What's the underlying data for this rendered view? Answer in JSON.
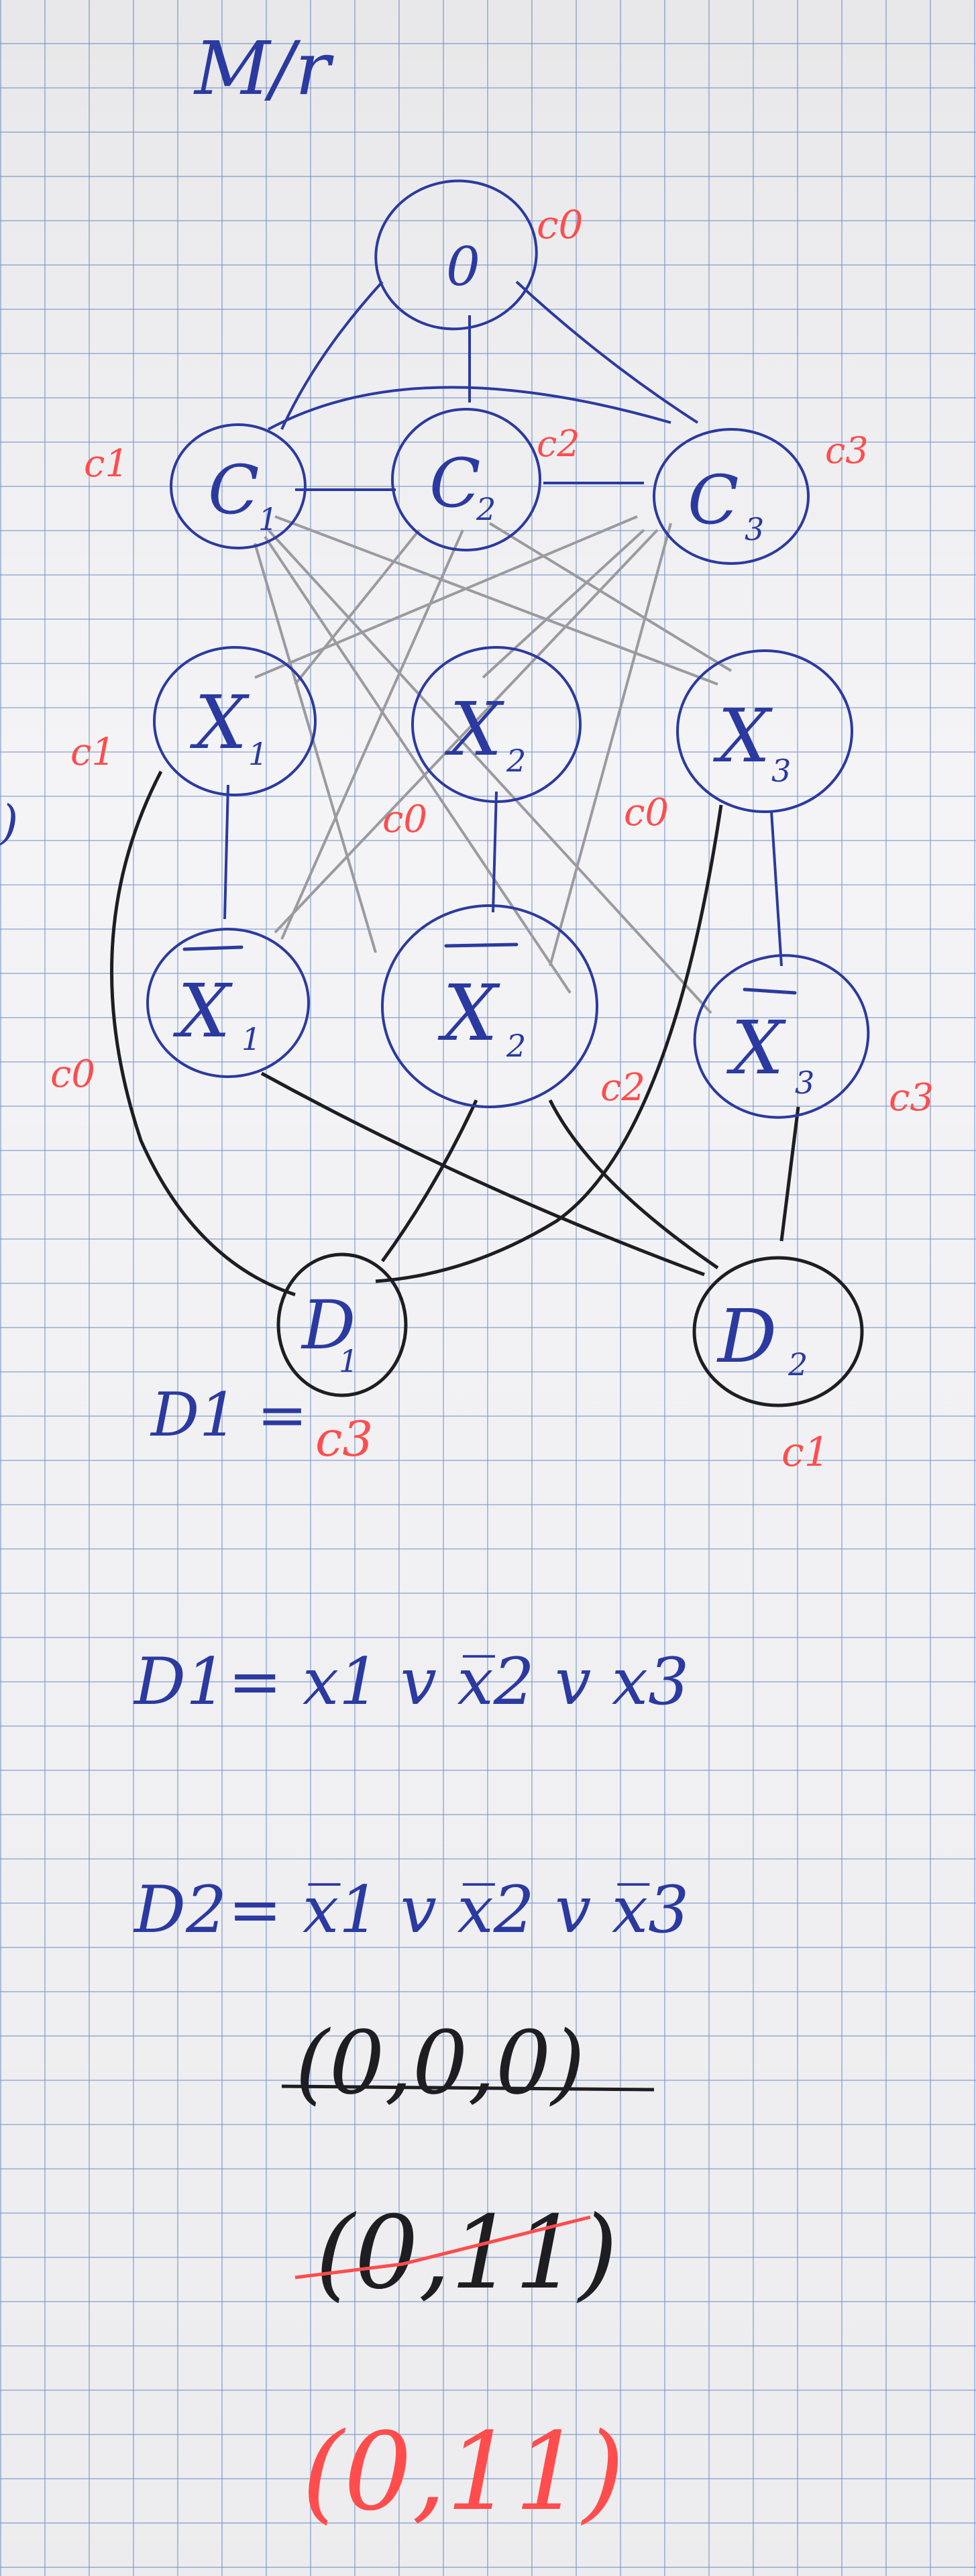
{
  "colors": {
    "ink_blue": "#2b3aa0",
    "ink_black": "#1d1d22",
    "ink_red": "#ff4d4d",
    "ink_pencil": "#9a9aa0",
    "grid": "#7896cd"
  },
  "heading": "M/r",
  "nodes": {
    "root": {
      "label": "0",
      "color": "c0"
    },
    "c1": {
      "label": "C",
      "sub": "1",
      "color": "c1"
    },
    "c2": {
      "label": "C",
      "sub": "2",
      "color": "c2"
    },
    "c3": {
      "label": "C",
      "sub": "3",
      "color": "c3"
    },
    "x1": {
      "label": "X",
      "sub": "1",
      "color": "c1"
    },
    "x2": {
      "label": "X",
      "sub": "2",
      "color": "c0"
    },
    "x3": {
      "label": "X",
      "sub": "3",
      "color": "c0"
    },
    "nx1": {
      "label": "X",
      "sub": "1",
      "color": "c0"
    },
    "nx2": {
      "label": "X",
      "sub": "2",
      "color": "c2"
    },
    "nx3": {
      "label": "X",
      "sub": "3",
      "color": "c3"
    },
    "d1": {
      "label": "D",
      "sub": "1",
      "color": "c3"
    },
    "d2": {
      "label": "D",
      "sub": "2",
      "color": "c1"
    }
  },
  "d1_label": "D1 =",
  "formulas": {
    "d1": {
      "lhs": "D1",
      "rhs": "= x1 v x̅2 v x3"
    },
    "d2": {
      "lhs": "D2",
      "rhs": "= x̅1 v x̅2 v x̅3"
    }
  },
  "assignments": {
    "struck": "(0,0,0)",
    "black": "(0,11)",
    "red": "(0,11)"
  }
}
